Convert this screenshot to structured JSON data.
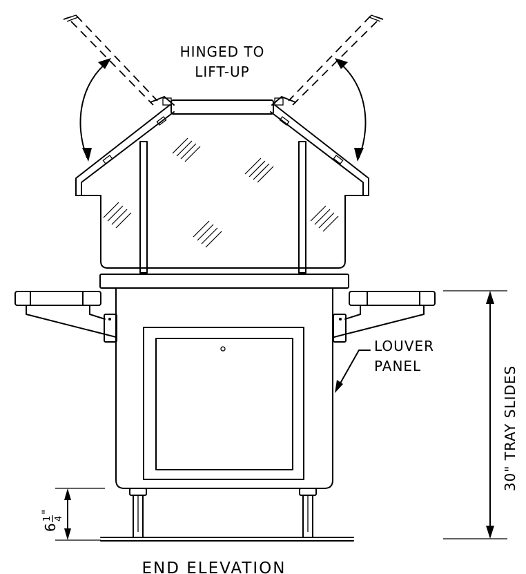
{
  "labels": {
    "hinged_line1": "HINGED TO",
    "hinged_line2": "LIFT-UP",
    "louver_line1": "LOUVER",
    "louver_line2": "PANEL",
    "dim_height": "30\" TRAY SLIDES",
    "dim_leg_whole": "6",
    "dim_leg_num": "1",
    "dim_leg_den": "4",
    "dim_leg_inch": "\"",
    "title": "END ELEVATION"
  }
}
